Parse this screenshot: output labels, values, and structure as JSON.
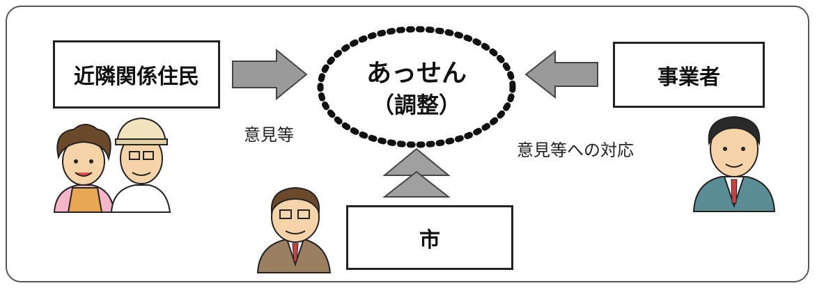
{
  "left_box": {
    "label": "近隣関係住民"
  },
  "right_box": {
    "label": "事業者"
  },
  "bottom_box": {
    "label": "市"
  },
  "center": {
    "line1": "あっせん",
    "line2": "（調整）"
  },
  "labels": {
    "left": "意見等",
    "right": "意見等への対応"
  },
  "colors": {
    "arrow_fill": "#9a9a9a",
    "arrow_stroke": "#444444",
    "border": "#222222"
  }
}
